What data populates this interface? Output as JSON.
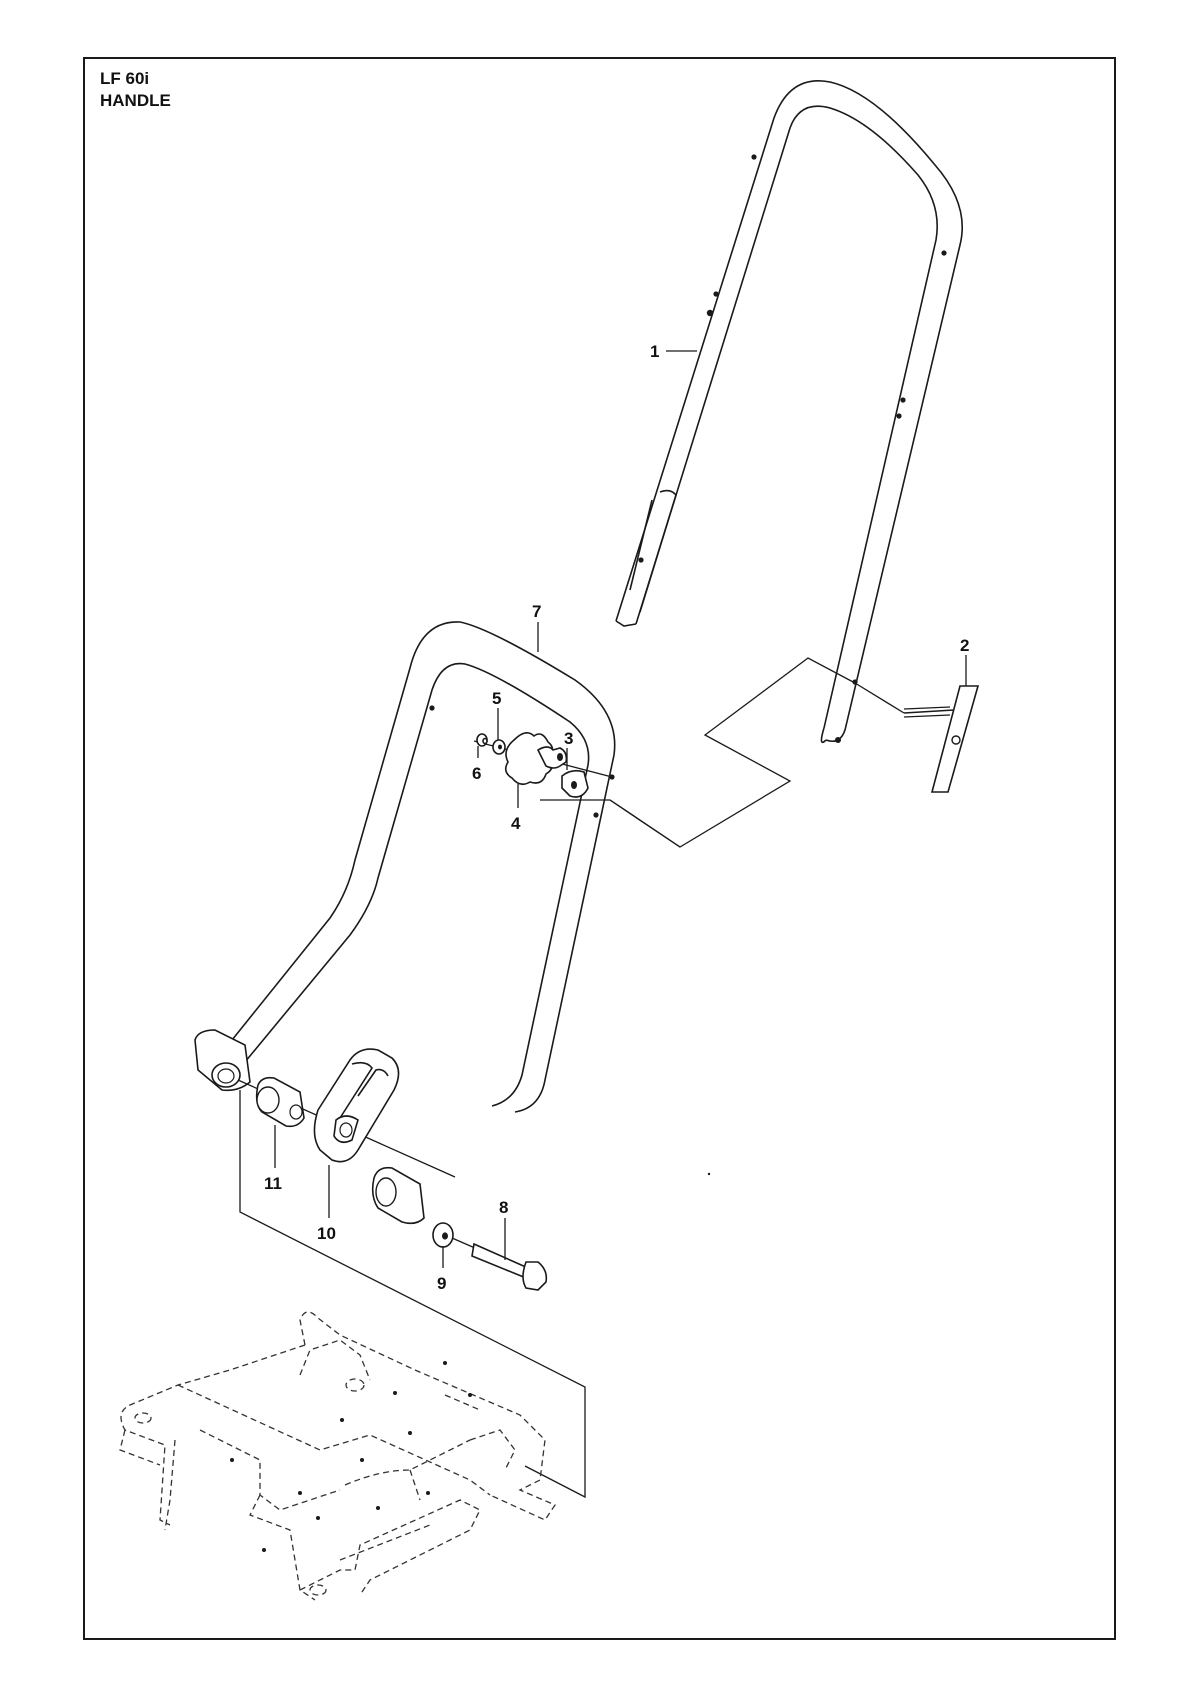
{
  "header": {
    "model": "LF 60i",
    "section": "HANDLE"
  },
  "callouts": {
    "c1": "1",
    "c2": "2",
    "c3": "3",
    "c4": "4",
    "c5": "5",
    "c6": "6",
    "c7": "7",
    "c8": "8",
    "c9": "9",
    "c10": "10",
    "c11": "11"
  }
}
